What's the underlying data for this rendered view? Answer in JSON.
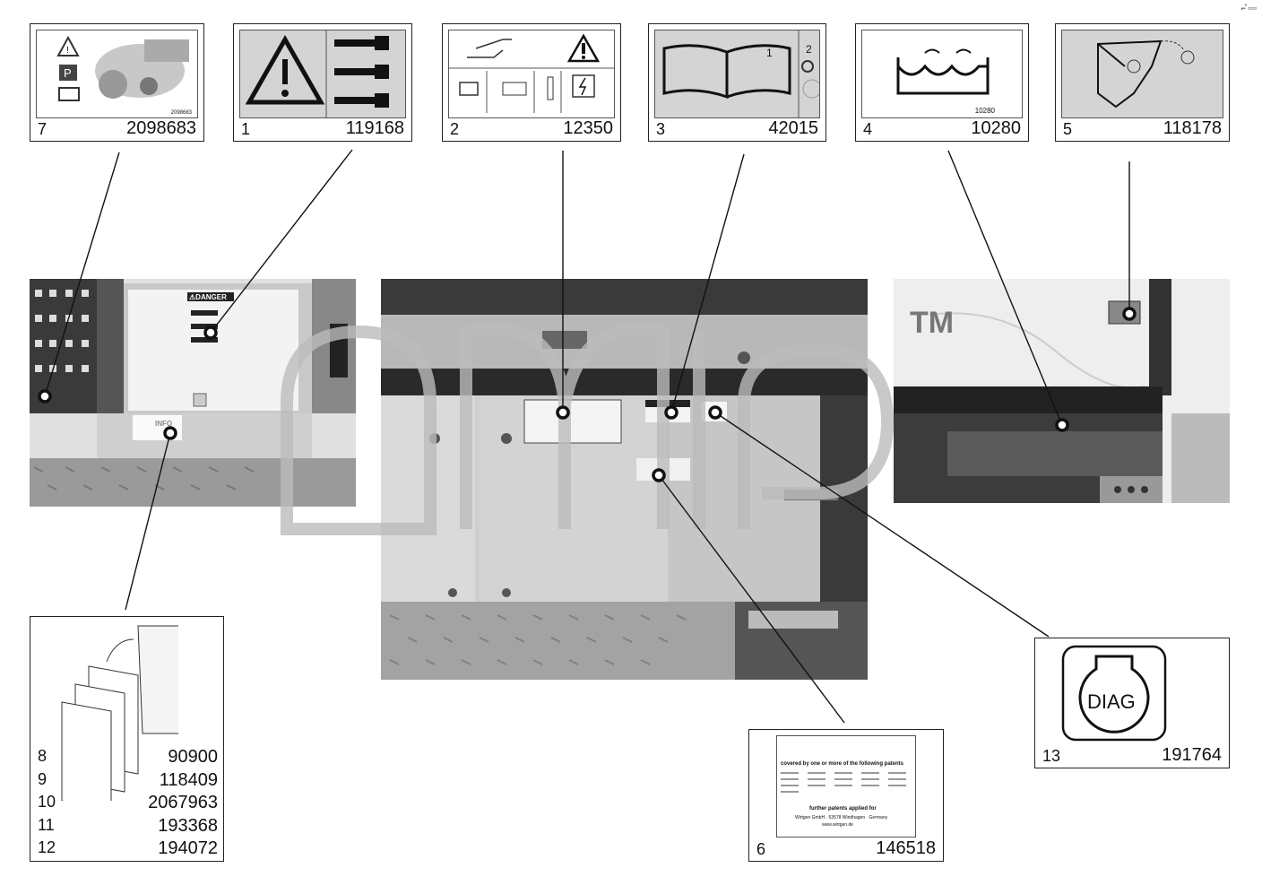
{
  "labels": [
    {
      "index": "7",
      "part": "2098683"
    },
    {
      "index": "1",
      "part": "119168"
    },
    {
      "index": "2",
      "part": "12350"
    },
    {
      "index": "3",
      "part": "42015"
    },
    {
      "index": "4",
      "part": "10280"
    },
    {
      "index": "5",
      "part": "118178"
    },
    {
      "index": "6",
      "part": "146518"
    },
    {
      "index": "13",
      "part": "191764"
    }
  ],
  "info_pack": [
    {
      "index": "8",
      "part": "90900"
    },
    {
      "index": "9",
      "part": "118409"
    },
    {
      "index": "10",
      "part": "2067963"
    },
    {
      "index": "11",
      "part": "193368"
    },
    {
      "index": "12",
      "part": "194072"
    }
  ],
  "decal_text": {
    "danger": "⚠DANGER",
    "info": "INFO",
    "diag": "DIAG",
    "tm": "TM",
    "label4_code": "10280",
    "label7_code": "2098683",
    "patent_heading": "covered by one or more of the following patents",
    "patent_footer": "further patents applied for",
    "patent_company": "Wirtgen GmbH · 53578 Windhagen · Germany",
    "patent_web": "www.wirtgen.de",
    "step1": "1",
    "step2": "2",
    "corner_mark": "⌐̊ ▫▫▫"
  }
}
